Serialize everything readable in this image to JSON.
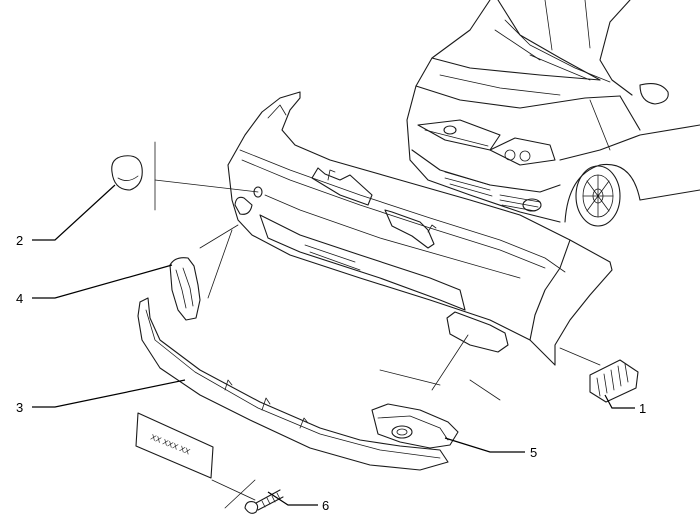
{
  "callouts": [
    {
      "id": "1",
      "label": "1"
    },
    {
      "id": "2",
      "label": "2"
    },
    {
      "id": "3",
      "label": "3"
    },
    {
      "id": "4",
      "label": "4"
    },
    {
      "id": "5",
      "label": "5"
    },
    {
      "id": "6",
      "label": "6"
    }
  ],
  "license_plate": {
    "text": "XX XXX XX"
  }
}
